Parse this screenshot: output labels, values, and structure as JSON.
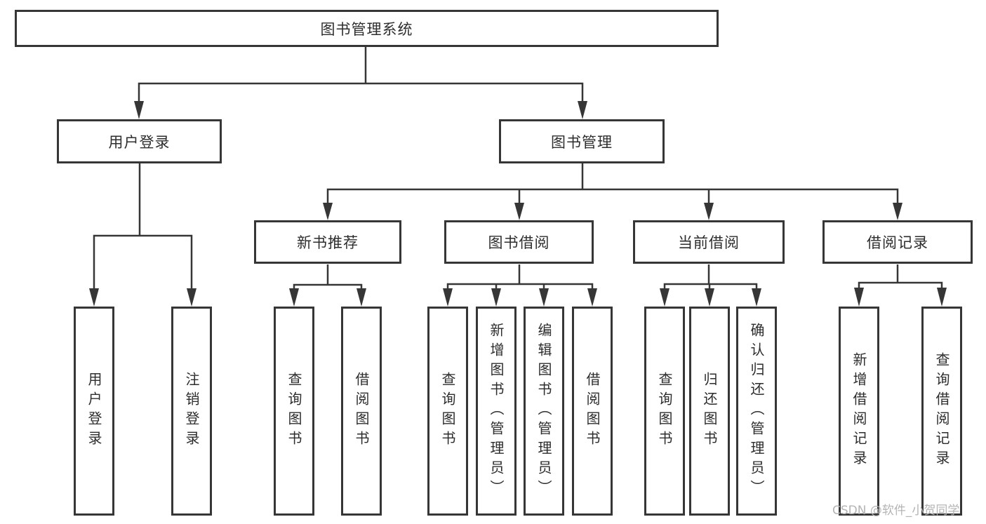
{
  "diagram": {
    "root": {
      "label": "图书管理系统"
    },
    "level2": [
      {
        "label": "用户登录"
      },
      {
        "label": "图书管理"
      }
    ],
    "level3": [
      {
        "label": "新书推荐"
      },
      {
        "label": "图书借阅"
      },
      {
        "label": "当前借阅"
      },
      {
        "label": "借阅记录"
      }
    ],
    "leaves": [
      {
        "label": "用户登录"
      },
      {
        "label": "注销登录"
      },
      {
        "label": "查询图书"
      },
      {
        "label": "借阅图书"
      },
      {
        "label": "查询图书"
      },
      {
        "label": "新增图书（管理员）"
      },
      {
        "label": "编辑图书（管理员）"
      },
      {
        "label": "借阅图书"
      },
      {
        "label": "查询图书"
      },
      {
        "label": "归还图书"
      },
      {
        "label": "确认归还（管理员）"
      },
      {
        "label": "新增借阅记录"
      },
      {
        "label": "查询借阅记录"
      }
    ]
  },
  "watermark": {
    "text": "CSDN @软件_小贺同学"
  },
  "colors": {
    "line": "#363636",
    "text": "#2d2d2d",
    "watermark": "#b4b4b4"
  }
}
